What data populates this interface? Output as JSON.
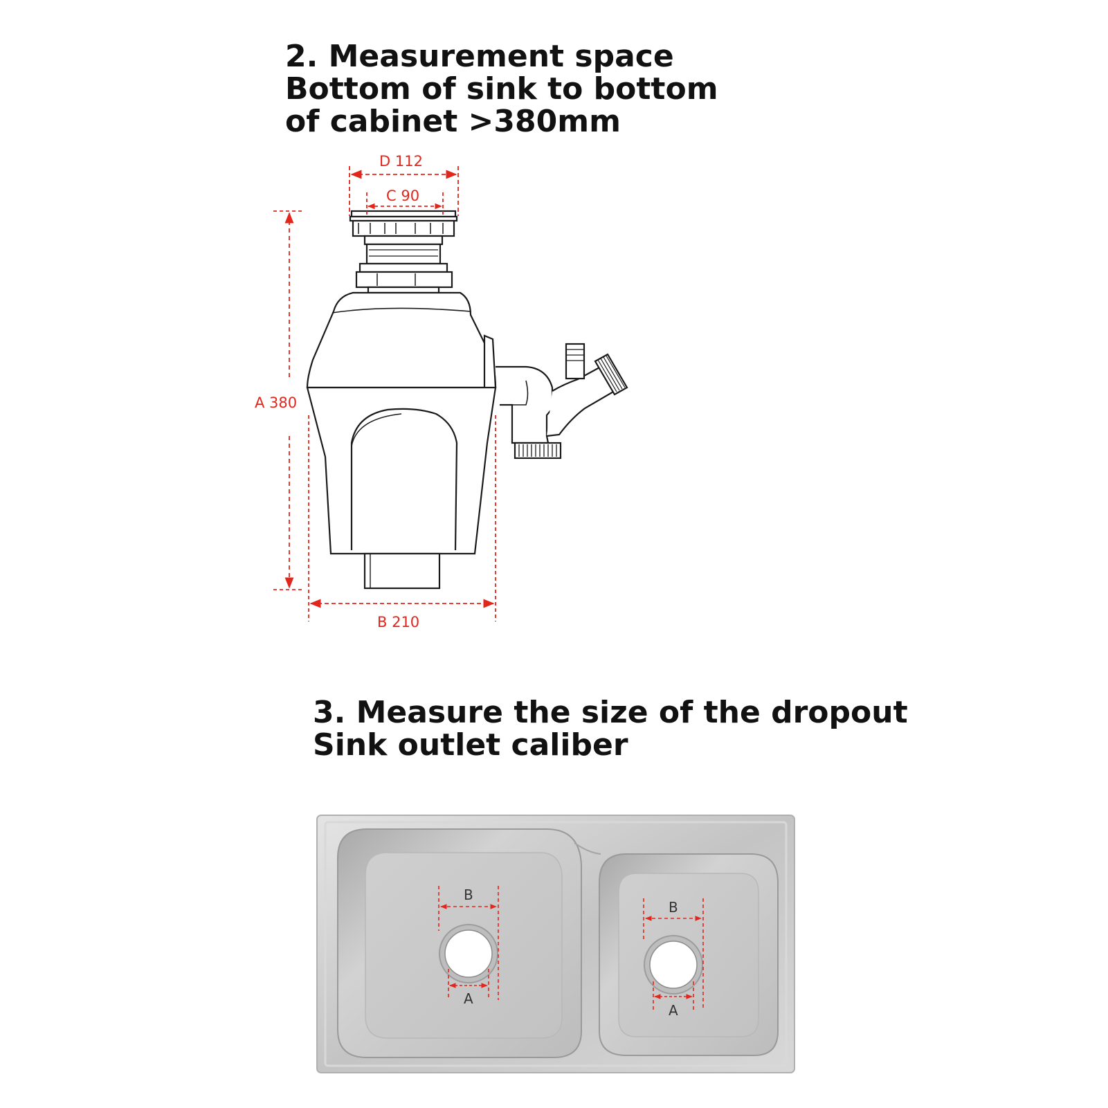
{
  "section2": {
    "lines": [
      "2. Measurement space",
      "Bottom of sink to bottom",
      "of cabinet >380mm"
    ]
  },
  "disposer_dims": {
    "d_label": "D 112",
    "c_label": "C 90",
    "a_label": "A 380",
    "b_label": "B 210"
  },
  "section3": {
    "lines": [
      "3. Measure the size of the dropout",
      "Sink outlet caliber"
    ]
  },
  "sink_labels": {
    "left_b": "B",
    "left_a": "A",
    "right_b": "B",
    "right_a": "A"
  },
  "colors": {
    "dimension": "#e2261c",
    "heading": "#111111",
    "steel": "#c9c9c9"
  }
}
